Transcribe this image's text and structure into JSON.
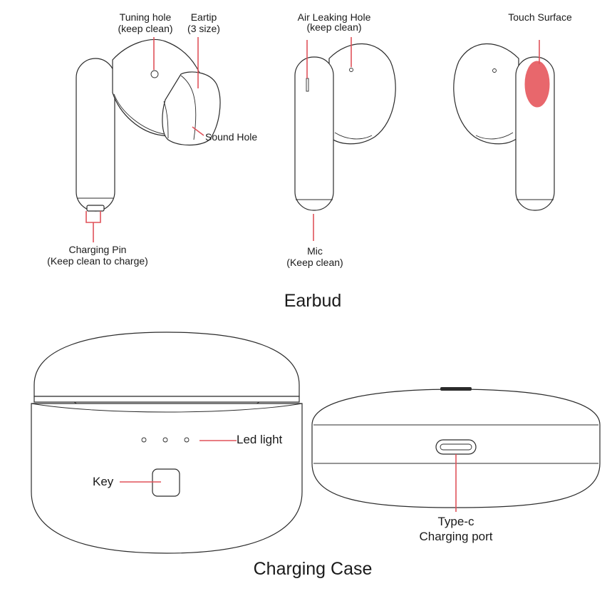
{
  "colors": {
    "leader": "#e0525a",
    "touch_surface": "#e8676c",
    "outline": "#2b2b2b"
  },
  "earbud": {
    "section_title": "Earbud",
    "labels": {
      "tuning_hole_1": "Tuning hole",
      "tuning_hole_2": "(keep clean)",
      "eartip_1": "Eartip",
      "eartip_2": "(3 size)",
      "sound_hole": "Sound Hole",
      "charging_pin_1": "Charging Pin",
      "charging_pin_2": "(Keep clean to charge)",
      "air_leaking_1": "Air Leaking Hole",
      "air_leaking_2": "(keep clean)",
      "mic_1": "Mic",
      "mic_2": "(Keep clean)",
      "touch_surface": "Touch Surface"
    }
  },
  "case": {
    "section_title": "Charging Case",
    "labels": {
      "led_light": "Led light",
      "key": "Key",
      "typec_1": "Type-c",
      "typec_2": "Charging port"
    }
  }
}
